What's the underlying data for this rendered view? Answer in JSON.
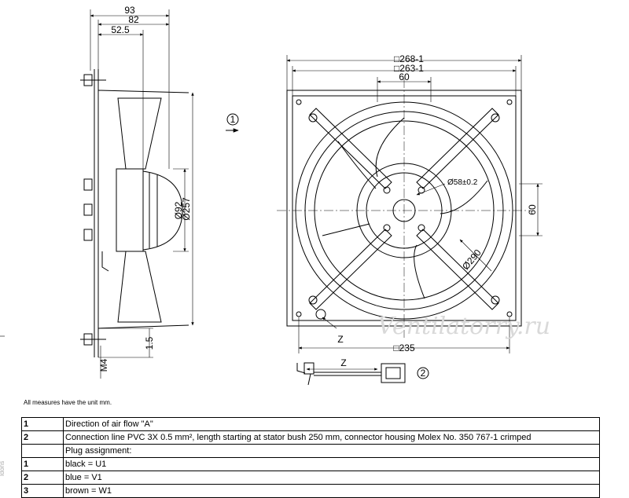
{
  "side_view": {
    "dimensions": [
      "93",
      "82",
      "52.5",
      "Ø92",
      "Ø257",
      "1.5",
      "M4"
    ]
  },
  "front_view": {
    "dimensions": [
      "□268-1",
      "□263-1",
      "60",
      "Ø58±0.2",
      "60",
      "Ø290",
      "□235"
    ],
    "labels": [
      "Z",
      "Z"
    ]
  },
  "callouts": [
    "1",
    "2"
  ],
  "watermark": "Ventilatorry.ru",
  "note": "All measures have the unit mm.",
  "side_mark": "ldons",
  "legend": [
    {
      "num": "1",
      "text": "Direction of air flow \"A\""
    },
    {
      "num": "2",
      "text": "Connection line PVC 3X 0.5 mm², length starting at stator bush 250 mm, connector housing Molex No. 350 767-1 crimped"
    },
    {
      "num": "",
      "text": "Plug assignment:"
    },
    {
      "num": "1",
      "text": "black = U1"
    },
    {
      "num": "2",
      "text": "blue = V1"
    },
    {
      "num": "3",
      "text": "brown = W1"
    }
  ]
}
